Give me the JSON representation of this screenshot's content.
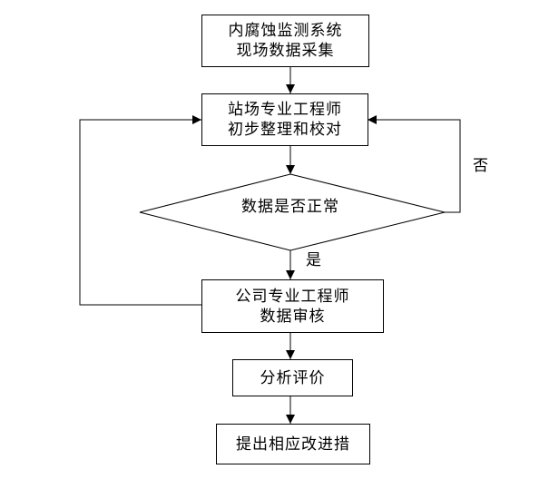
{
  "nodes": {
    "collect": {
      "line1": "内腐蚀监测系统",
      "line2": "现场数据采集"
    },
    "organize": {
      "line1": "站场专业工程师",
      "line2": "初步整理和校对"
    },
    "decision": {
      "text": "数据是否正常"
    },
    "review": {
      "line1": "公司专业工程师",
      "line2": "数据审核"
    },
    "analyze": {
      "text": "分析评价"
    },
    "measures": {
      "text": "提出相应改进措"
    }
  },
  "edges": {
    "no_label": "否",
    "yes_label": "是"
  }
}
